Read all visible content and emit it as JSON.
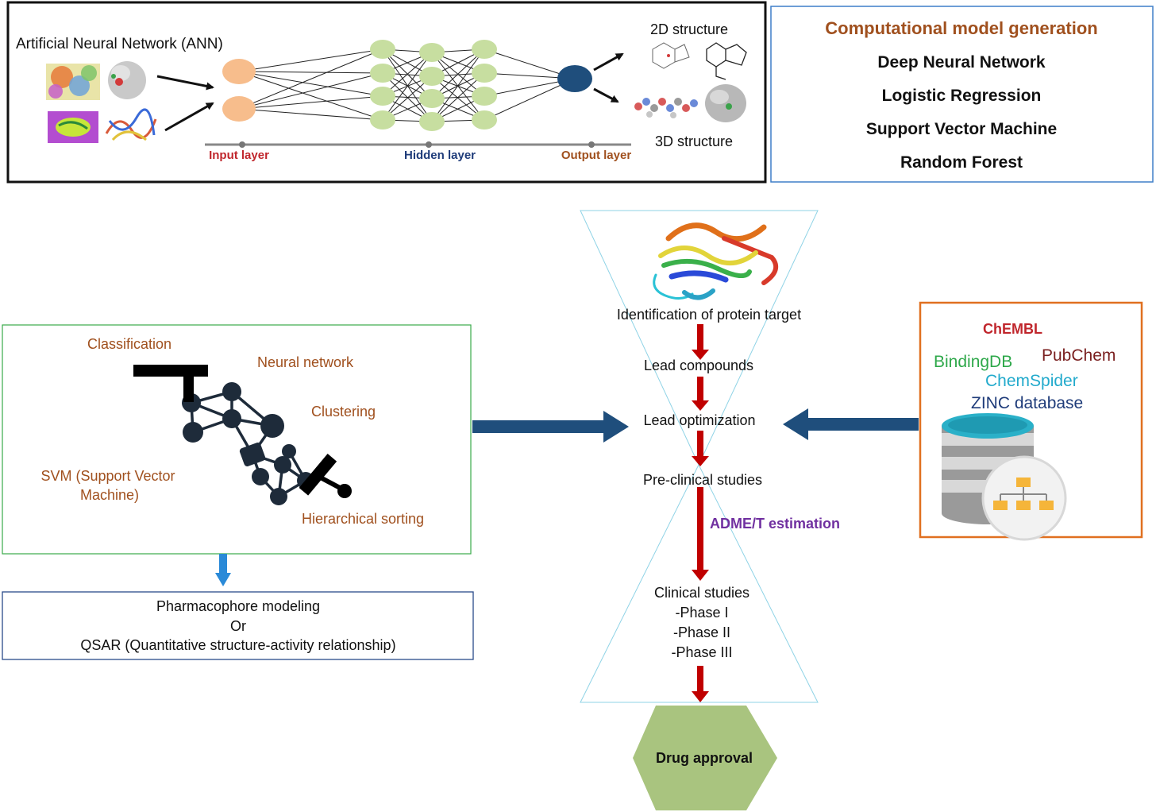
{
  "colors": {
    "ann_border": "#111111",
    "model_border": "#3f7fc8",
    "model_title": "#a0501e",
    "ml_border": "#3aaa4a",
    "ml_label": "#a0501e",
    "qsar_border": "#2a4a8a",
    "db_border": "#e07020",
    "input_label": "#c0262c",
    "hidden_label": "#1f3c7a",
    "output_label": "#a0501e",
    "input_node": "#f7bd8c",
    "hidden_node": "#c7dea0",
    "output_node": "#1f4e7c",
    "flow_arrow": "#c00000",
    "side_arrow": "#1f4e7c",
    "adme": "#7030a0",
    "hexagon": "#a9c47f",
    "chembl": "#c0262c",
    "bindingdb": "#2ea84a",
    "pubchem": "#7a1f1f",
    "chemspider": "#22aacc",
    "zinc": "#1f3c7a"
  },
  "ann_panel": {
    "title": "Artificial Neural Network (ANN)",
    "input_layer": "Input layer",
    "hidden_layer": "Hidden layer",
    "output_layer": "Output layer",
    "structure_2d": "2D structure",
    "structure_3d": "3D structure"
  },
  "model_panel": {
    "title": "Computational model generation",
    "items": [
      "Deep Neural Network",
      "Logistic Regression",
      "Support Vector Machine",
      "Random Forest"
    ]
  },
  "ml_panel": {
    "classification": "Classification",
    "neural_network": "Neural network",
    "clustering": "Clustering",
    "svm_line1": "SVM (Support Vector",
    "svm_line2": "Machine)",
    "hierarchical": "Hierarchical sorting"
  },
  "qsar_panel": {
    "line1": "Pharmacophore  modeling",
    "line2": "Or",
    "line3": "QSAR (Quantitative structure-activity relationship)"
  },
  "pipeline": {
    "target": "Identification of protein target",
    "lead": "Lead compounds",
    "optimization": "Lead optimization",
    "preclinical": "Pre-clinical studies",
    "adme": "ADME/T estimation",
    "clinical": "Clinical studies",
    "phase1": "-Phase I",
    "phase2": "-Phase II",
    "phase3": "-Phase III",
    "approval": "Drug approval"
  },
  "db_panel": {
    "chembl": "ChEMBL",
    "bindingdb": "BindingDB",
    "pubchem": "PubChem",
    "chemspider": "ChemSpider",
    "zinc": "ZINC database"
  }
}
